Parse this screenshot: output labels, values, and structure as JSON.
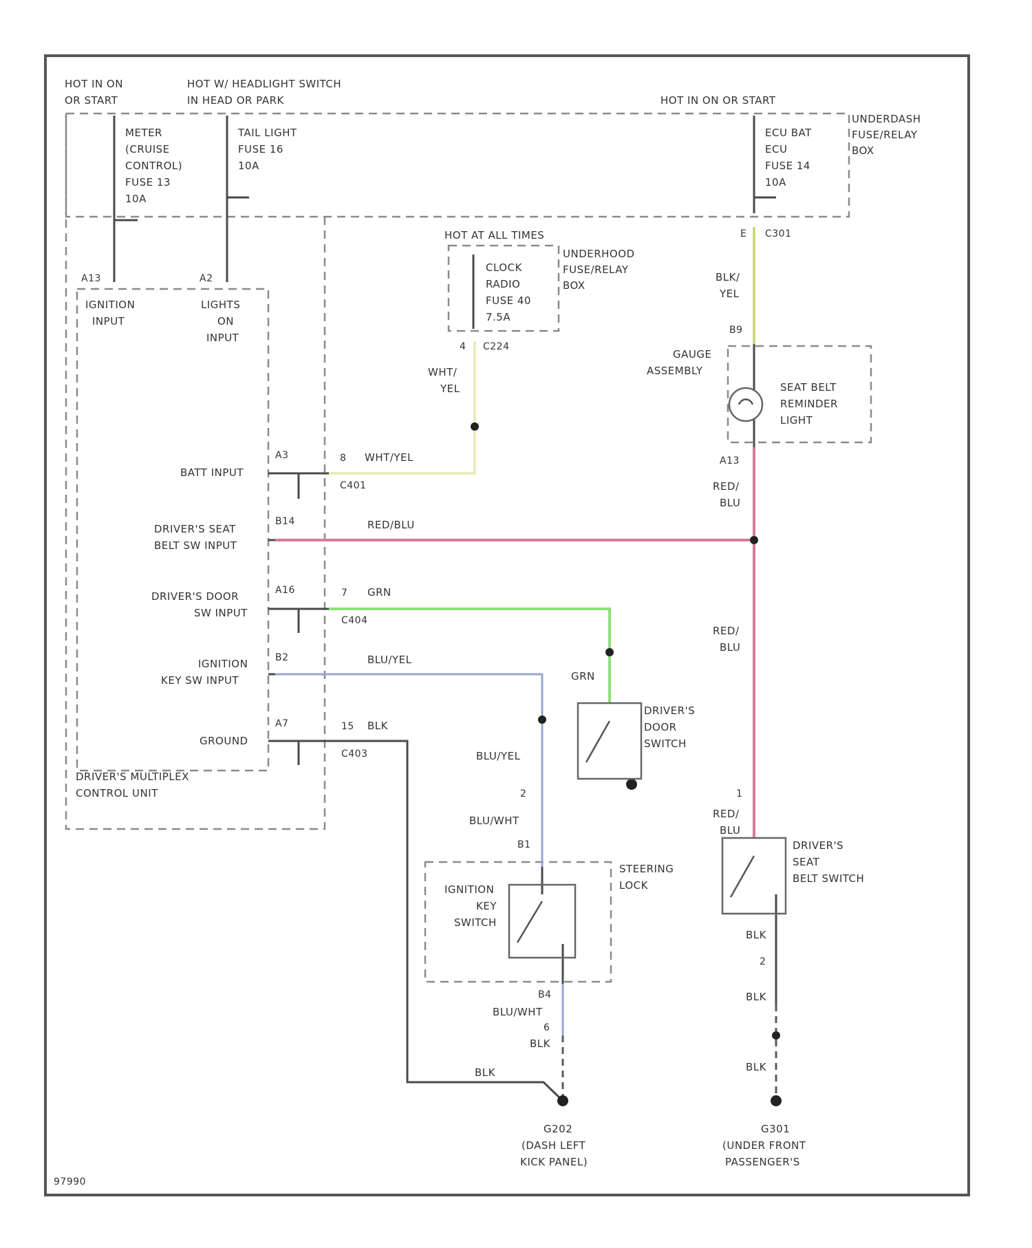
{
  "colors": {
    "blk_yel": "#c9d46a",
    "wht_yel": "#e8ebb0",
    "red_blu": "#d77a99",
    "grn": "#8fe07a",
    "blu_yel": "#9aa6da",
    "blk": "#555555",
    "frame": "#555555"
  },
  "labels": {
    "hot_run_start_1": "HOT IN ON",
    "hot_run_start_2": "OR START",
    "hot_headlight_1": "HOT W/ HEADLIGHT SWITCH",
    "hot_headlight_2": "IN HEAD OR PARK",
    "hot_on_start_right": "HOT IN ON OR START",
    "underdash_fuse_1": "UNDERDASH",
    "underdash_fuse_2": "FUSE/RELAY",
    "underdash_fuse_3": "BOX",
    "meter_fuse": [
      "METER",
      "(CRUISE",
      "CONTROL)",
      "FUSE 13",
      "10A"
    ],
    "tail_fuse": [
      "TAIL LIGHT",
      "FUSE 16",
      "10A"
    ],
    "ecu_fuse": [
      "ECU BAT",
      "ECU",
      "FUSE 14",
      "10A"
    ],
    "hot_all_times": "HOT AT ALL TIMES",
    "clock_fuse": [
      "CLOCK",
      "RADIO",
      "FUSE 40",
      "7.5A"
    ],
    "underhood_box": [
      "UNDERHOOD",
      "FUSE/RELAY",
      "BOX"
    ],
    "gauge_assy": [
      "GAUGE",
      "ASSEMBLY"
    ],
    "seat_belt_light": [
      "SEAT BELT",
      "REMINDER",
      "LIGHT"
    ],
    "pin_a13_left": "A13",
    "pin_a2": "A2",
    "ignition_input": [
      "IGNITION",
      "INPUT"
    ],
    "lights_on_input": [
      "LIGHTS",
      "ON",
      "INPUT"
    ],
    "pin_e": "E",
    "c301": "C301",
    "blk_yel_wire": [
      "BLK/",
      "YEL"
    ],
    "pin_b9_gauge": "B9",
    "pin_4": "4",
    "c224": "C224",
    "wht_yel_wire": [
      "WHT/",
      "YEL"
    ],
    "pin_a13_gauge": "A13",
    "red_blu_label": [
      "RED/",
      "BLU"
    ],
    "batt_input": "BATT INPUT",
    "pin_a3": "A3",
    "pin_8": "8",
    "wht_yel_inline": "WHT/YEL",
    "c401_a": "C401",
    "drivers_seat_input": [
      "DRIVER'S SEAT",
      "BELT SW INPUT"
    ],
    "pin_b14": "B14",
    "red_blu_inline": "RED/BLU",
    "drivers_door_input": [
      "DRIVER'S DOOR",
      "SW INPUT"
    ],
    "pin_a16": "A16",
    "pin_7": "7",
    "grn_inline": "GRN",
    "c404": "C404",
    "ign_key_input": [
      "IGNITION",
      "KEY SW INPUT"
    ],
    "pin_b2": "B2",
    "blu_yel_inline": "BLU/YEL",
    "ground_label": "GROUND",
    "pin_a7": "A7",
    "pin_15": "15",
    "blk_inline": "BLK",
    "c403": "C403",
    "control_unit": [
      "DRIVER'S MULTIPLEX",
      "CONTROL UNIT"
    ],
    "grn_vertical": "GRN",
    "door_switch": [
      "DRIVER'S",
      "DOOR",
      "SWITCH"
    ],
    "blu_yel_vertical": "BLU/YEL",
    "pin_2_mid": "2",
    "blu_wht": "BLU/WHT",
    "pin_b1": "B1",
    "steering_lock": [
      "STEERING",
      "LOCK"
    ],
    "ign_key_switch": [
      "IGNITION",
      "KEY",
      "SWITCH"
    ],
    "pin_b4": "B4",
    "blu_wht_2": "BLU/WHT",
    "pin_6": "6",
    "blk_small": "BLK",
    "blk_bottom": "BLK",
    "g202": [
      "G202",
      "(DASH LEFT",
      "KICK PANEL)"
    ],
    "pin_1_right": "1",
    "red_blu_lower": [
      "RED/",
      "BLU"
    ],
    "red_blu_seat": [
      "RED/",
      "BLU"
    ],
    "seat_belt_switch": [
      "DRIVER'S",
      "SEAT",
      "BELT SWITCH"
    ],
    "blk_right_1": "BLK",
    "pin_2_right": "2",
    "blk_right_2": "BLK",
    "blk_right_3": "BLK",
    "g301": [
      "G301",
      "(UNDER FRONT",
      "PASSENGER'S"
    ],
    "figure_id": "97990"
  }
}
